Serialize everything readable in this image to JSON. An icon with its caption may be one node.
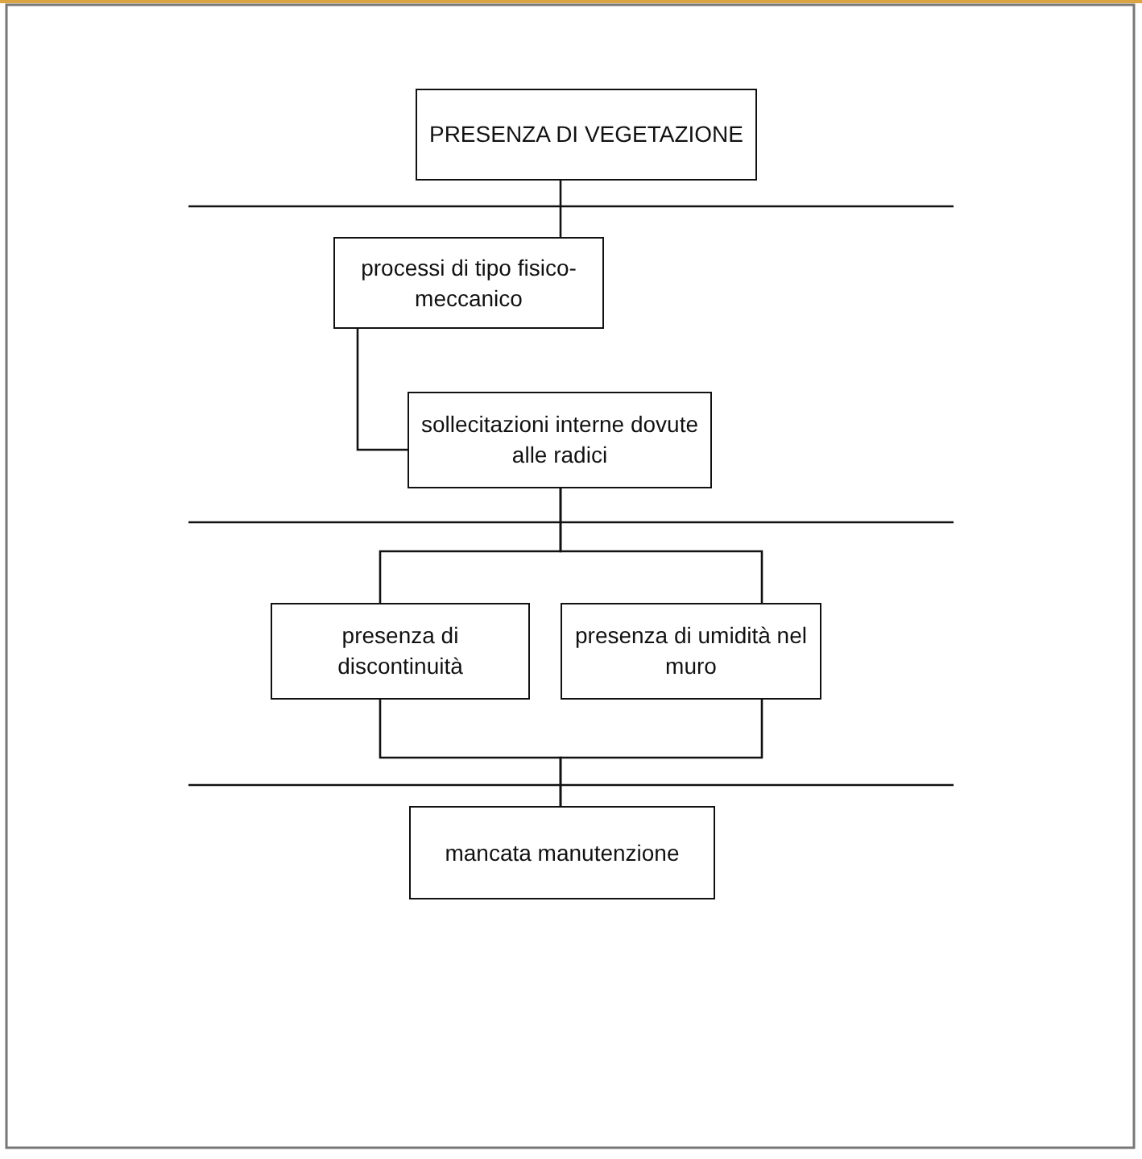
{
  "diagram": {
    "nodes": [
      {
        "text": [
          "PRESENZA DI VEGETAZIONE"
        ]
      },
      {
        "text": [
          "processi di tipo fisico-meccanico"
        ]
      },
      {
        "text": [
          "sollecitazioni interne dovute alle radici"
        ]
      },
      {
        "text": [
          "presenza di discontinuità"
        ]
      },
      {
        "text": [
          "presenza di umidità nel muro"
        ]
      },
      {
        "text": [
          "mancata manutenzione"
        ]
      }
    ],
    "edges": [
      {
        "from": 0,
        "to": 1,
        "arrow": "none"
      },
      {
        "from": 1,
        "to": 2,
        "arrow": "none"
      },
      {
        "from": 2,
        "to": 3,
        "arrow": "none"
      },
      {
        "from": 2,
        "to": 4,
        "arrow": "none"
      },
      {
        "from": 3,
        "to": 5,
        "arrow": "none"
      },
      {
        "from": 4,
        "to": 5,
        "arrow": "none"
      }
    ]
  }
}
